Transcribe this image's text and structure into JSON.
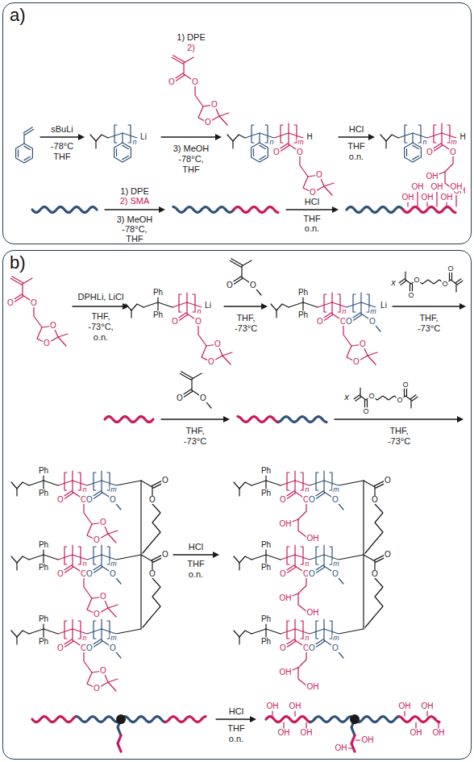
{
  "diagram": {
    "nodes": [
      {
        "text": [
          "a)"
        ]
      },
      {
        "text": [
          "b)"
        ]
      }
    ],
    "labels": [
      "sBuLi",
      "-78°C",
      "THF",
      "n",
      "Li",
      "1) DPE",
      "2)",
      "O",
      "O",
      "O",
      "O",
      "3) MeOH",
      "-78°C,",
      "THF",
      "n",
      "O",
      "O",
      "O",
      "O",
      "m",
      "H",
      "HCl",
      "THF",
      "o.n.",
      "n",
      "O",
      "O",
      "OH",
      "OH",
      "m",
      "H",
      "1) DPE",
      "2) SMA",
      "3) MeOH",
      "-78°C,",
      "THF",
      "HCl",
      "THF",
      "o.n.",
      "OH",
      "OH",
      "OH",
      "OH",
      "OH",
      "OH",
      "O",
      "O",
      "O",
      "O",
      "DPHLi, LiCl",
      "THF,",
      "-73°C,",
      "o.n.",
      "Ph",
      "Ph",
      "O",
      "O",
      "O",
      "O",
      "n",
      "Li",
      "O",
      "O",
      "THF,",
      "-73°C",
      "Ph",
      "Ph",
      "O",
      "O",
      "O",
      "O",
      "n",
      "O",
      "O",
      "m",
      "Li",
      "x",
      "O",
      "O",
      "O",
      "O",
      "THF,",
      "-73°C",
      "O",
      "O",
      "THF,",
      "-73°C",
      "x",
      "O",
      "O",
      "O",
      "O",
      "THF,",
      "-73°C",
      "Ph",
      "Ph",
      "O",
      "O",
      "O",
      "O",
      "n",
      "O",
      "O",
      "m",
      "O",
      "O",
      "Ph",
      "Ph",
      "O",
      "O",
      "O",
      "O",
      "n",
      "O",
      "O",
      "m",
      "O",
      "O",
      "Ph",
      "Ph",
      "O",
      "O",
      "O",
      "O",
      "n",
      "O",
      "O",
      "m",
      "HCl",
      "THF",
      "o.n.",
      "Ph",
      "Ph",
      "O",
      "O",
      "OH",
      "OH",
      "n",
      "O",
      "O",
      "m",
      "O",
      "O",
      "Ph",
      "Ph",
      "O",
      "O",
      "OH",
      "OH",
      "n",
      "O",
      "O",
      "m",
      "O",
      "O",
      "Ph",
      "Ph",
      "O",
      "O",
      "OH",
      "OH",
      "n",
      "O",
      "O",
      "m",
      "HCl",
      "THF",
      "o.n.",
      "OH",
      "OH",
      "OH",
      "OH",
      "OH",
      "OH",
      "OH",
      "OH",
      "OH",
      "OH"
    ]
  }
}
